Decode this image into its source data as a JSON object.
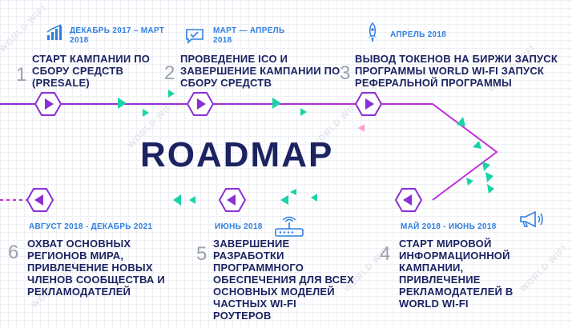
{
  "heading": "ROADMAP",
  "watermark": "WORLD WIFI",
  "colors": {
    "navy": "#1c2361",
    "blue": "#2f7fe0",
    "purple": "#8b2fd6",
    "teal": "#19d3a8"
  },
  "milestones": [
    {
      "number": "1",
      "date": "ДЕКАБРЬ 2017 – МАРТ 2018",
      "title": "СТАРТ КАМПАНИИ ПО СБОРУ СРЕДСТВ (PRESALE)",
      "icon": "bar-chart-icon"
    },
    {
      "number": "2",
      "date": "МАРТ — АПРЕЛЬ 2018",
      "title": "ПРОВЕДЕНИЕ ICO И ЗАВЕРШЕНИЕ КАМПАНИИ ПО СБОРУ СРЕДСТВ",
      "icon": "chat-check-icon"
    },
    {
      "number": "3",
      "date": "АПРЕЛЬ 2018",
      "title": "ВЫВОД ТОКЕНОВ НА БИРЖИ ЗАПУСК ПРОГРАММЫ WORLD WI-FI ЗАПУСК РЕФЕРАЛЬНОЙ ПРОГРАММЫ",
      "icon": "rocket-icon"
    },
    {
      "number": "4",
      "date": "МАЙ 2018 - ИЮНЬ 2018",
      "title": "СТАРТ МИРОВОЙ ИНФОРМАЦИОННОЙ КАМПАНИИ, ПРИВЛЕЧЕНИЕ РЕКЛАМОДАТЕЛЕЙ В WORLD WI-FI",
      "icon": "megaphone-icon"
    },
    {
      "number": "5",
      "date": "ИЮНЬ 2018",
      "title": "ЗАВЕРШЕНИЕ РАЗРАБОТКИ ПРОГРАММНОГО ОБЕСПЕЧЕНИЯ ДЛЯ ВСЕХ ОСНОВНЫХ МОДЕЛЕЙ ЧАСТНЫХ WI-FI РОУТЕРОВ",
      "icon": "router-icon"
    },
    {
      "number": "6",
      "date": "АВГУСТ 2018 - ДЕКАБРЬ 2021",
      "title": "ОХВАТ ОСНОВНЫХ РЕГИОНОВ МИРА, ПРИВЛЕЧЕНИЕ НОВЫХ ЧЛЕНОВ СООБЩЕСТВА И РЕКЛАМОДАТЕЛЕЙ",
      "icon": ""
    }
  ]
}
